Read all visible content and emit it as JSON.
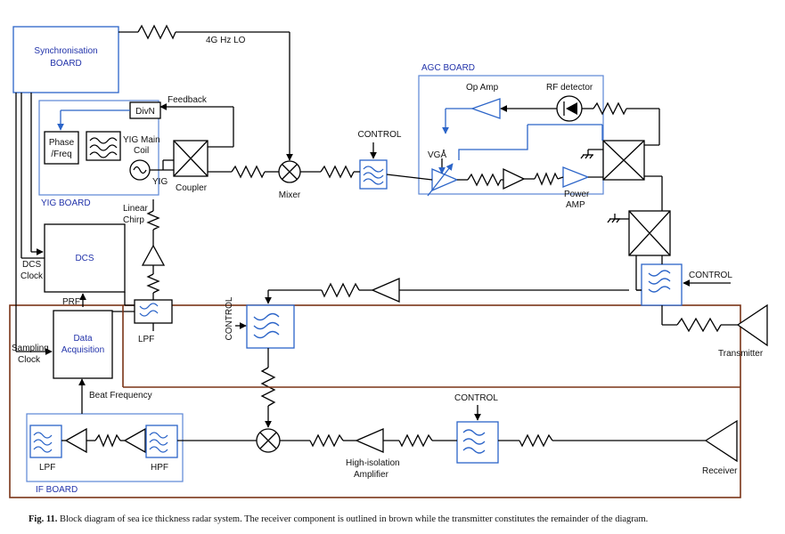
{
  "labels": {
    "sync_board": [
      "Synchronisation",
      "BOARD"
    ],
    "lo": "4G Hz LO",
    "agc_board": "AGC BOARD",
    "feedback": "Feedback",
    "divn": "DivN",
    "phase_freq": [
      "Phase",
      "/Freq"
    ],
    "yig_main_coil": [
      "YIG Main",
      "Coil"
    ],
    "yig": "YIG",
    "coupler": "Coupler",
    "mixer": "Mixer",
    "control_top": "CONTROL",
    "op_amp": "Op Amp",
    "rf_detector": "RF detector",
    "vga": "VGA",
    "power_amp": [
      "Power",
      "AMP"
    ],
    "yig_board": "YIG BOARD",
    "linear_chirp": [
      "Linear",
      "Chirp"
    ],
    "dcs": "DCS",
    "dcs_clock": [
      "DCS",
      "Clock"
    ],
    "prf": "PRF",
    "lpf_mid": "LPF",
    "data_acq": [
      "Data",
      "Acquisition"
    ],
    "sampling_clock": [
      "Sampling",
      "Clock"
    ],
    "control_right": "CONTROL",
    "control_left": "CONTROL",
    "transmitter": "Transmitter",
    "beat_frequency": "Beat Frequency",
    "control_bottom": "CONTROL",
    "lpf_if": "LPF",
    "hpf_if": "HPF",
    "if_board": "IF BOARD",
    "hi_iso_amp": [
      "High-isolation",
      "Amplifier"
    ],
    "receiver": "Receiver"
  },
  "caption": {
    "fig": "Fig. 11.",
    "text": "Block diagram of sea ice thickness radar system. The receiver component is outlined in brown while the transmitter constitutes the remainder of the diagram."
  }
}
